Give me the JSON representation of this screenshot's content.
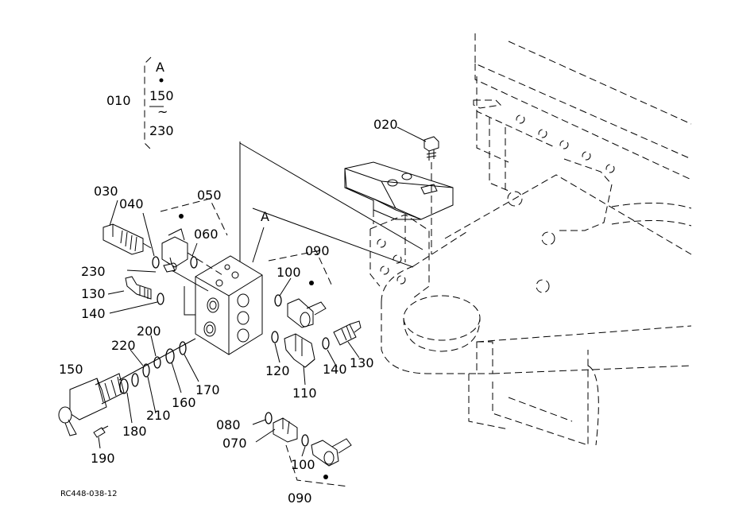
{
  "kit_bracket": {
    "top": "A",
    "start": "150",
    "tilde": "~",
    "end": "230",
    "kit": "010"
  },
  "callouts": [
    {
      "id": "020",
      "text": "020"
    },
    {
      "id": "030",
      "text": "030"
    },
    {
      "id": "040",
      "text": "040"
    },
    {
      "id": "050",
      "text": "050"
    },
    {
      "id": "060",
      "text": "060"
    },
    {
      "id": "A",
      "text": "A"
    },
    {
      "id": "090a",
      "text": "090"
    },
    {
      "id": "100a",
      "text": "100"
    },
    {
      "id": "230",
      "text": "230"
    },
    {
      "id": "130a",
      "text": "130"
    },
    {
      "id": "140a",
      "text": "140"
    },
    {
      "id": "200",
      "text": "200"
    },
    {
      "id": "220",
      "text": "220"
    },
    {
      "id": "150",
      "text": "150"
    },
    {
      "id": "120",
      "text": "120"
    },
    {
      "id": "140b",
      "text": "140"
    },
    {
      "id": "130b",
      "text": "130"
    },
    {
      "id": "110",
      "text": "110"
    },
    {
      "id": "170",
      "text": "170"
    },
    {
      "id": "160",
      "text": "160"
    },
    {
      "id": "210",
      "text": "210"
    },
    {
      "id": "180",
      "text": "180"
    },
    {
      "id": "190",
      "text": "190"
    },
    {
      "id": "080",
      "text": "080"
    },
    {
      "id": "070",
      "text": "070"
    },
    {
      "id": "100b",
      "text": "100"
    },
    {
      "id": "090b",
      "text": "090"
    }
  ],
  "drawing_code": "RC448-038-12"
}
